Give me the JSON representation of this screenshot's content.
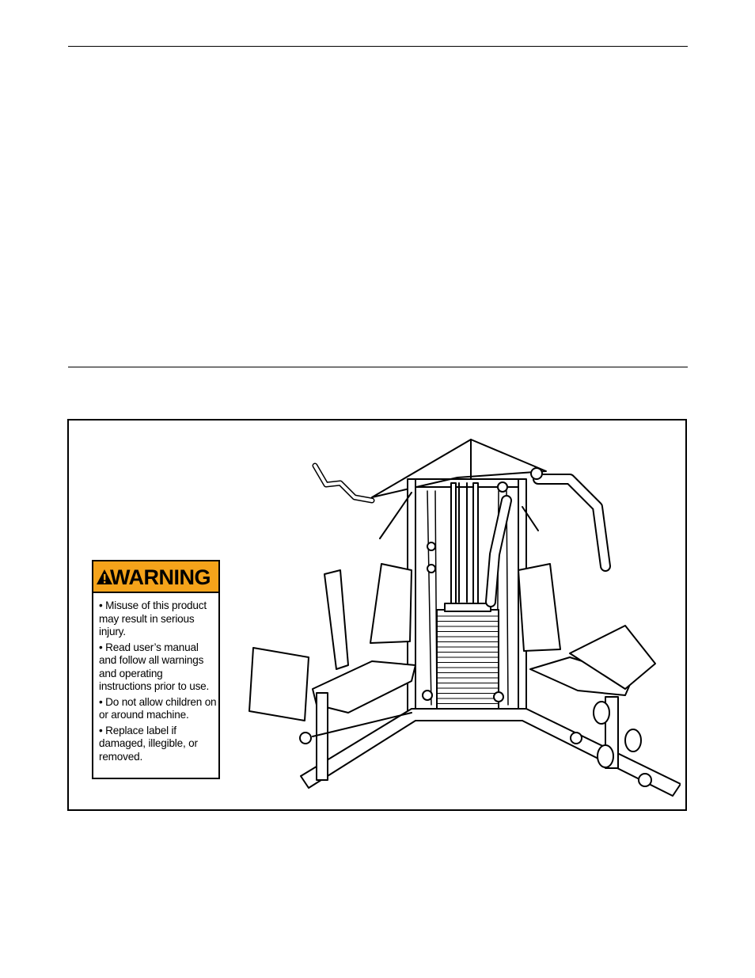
{
  "warning": {
    "title": "WARNING",
    "icon": "warning-triangle-icon",
    "header_color": "#f5a31a",
    "items": [
      "• Misuse of this product may result in serious injury.",
      "• Read user’s manual and follow all warnings and operating instructions prior to use.",
      "• Do not allow children on or around machine.",
      "• Replace label if damaged, illegible, or removed."
    ]
  },
  "illustration": {
    "subject": "home-gym-machine"
  }
}
